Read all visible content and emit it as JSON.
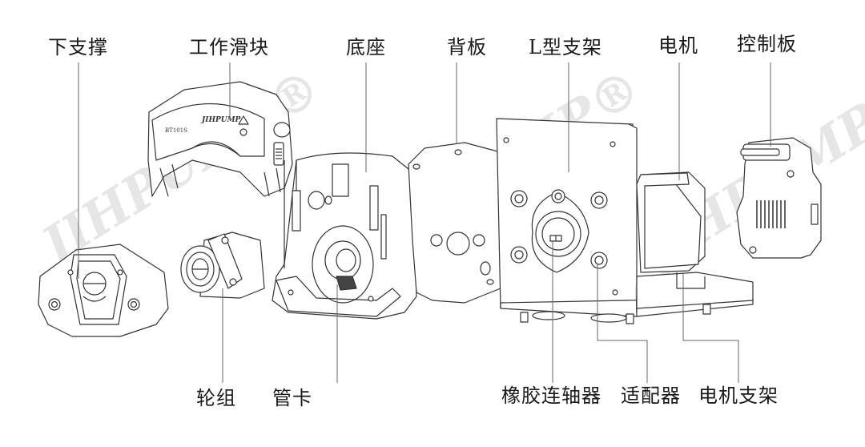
{
  "diagram": {
    "title": "Peristaltic pump exploded view",
    "watermark": "JIHPUMP®",
    "line_color": "#333333",
    "leader_color": "#666666",
    "watermark_color": "#e4e4e4",
    "labels_top": [
      {
        "id": "lower-support",
        "text": "下支撑"
      },
      {
        "id": "work-slider",
        "text": "工作滑块"
      },
      {
        "id": "base",
        "text": "底座"
      },
      {
        "id": "back-plate",
        "text": "背板"
      },
      {
        "id": "l-bracket",
        "text": "L型支架"
      },
      {
        "id": "motor",
        "text": "电机"
      },
      {
        "id": "control-board",
        "text": "控制板"
      }
    ],
    "labels_bottom": [
      {
        "id": "roller-group",
        "text": "轮组"
      },
      {
        "id": "tube-clamp",
        "text": "管卡"
      },
      {
        "id": "rubber-coupling",
        "text": "橡胶连轴器"
      },
      {
        "id": "adapter",
        "text": "适配器"
      },
      {
        "id": "motor-bracket",
        "text": "电机支架"
      }
    ]
  }
}
